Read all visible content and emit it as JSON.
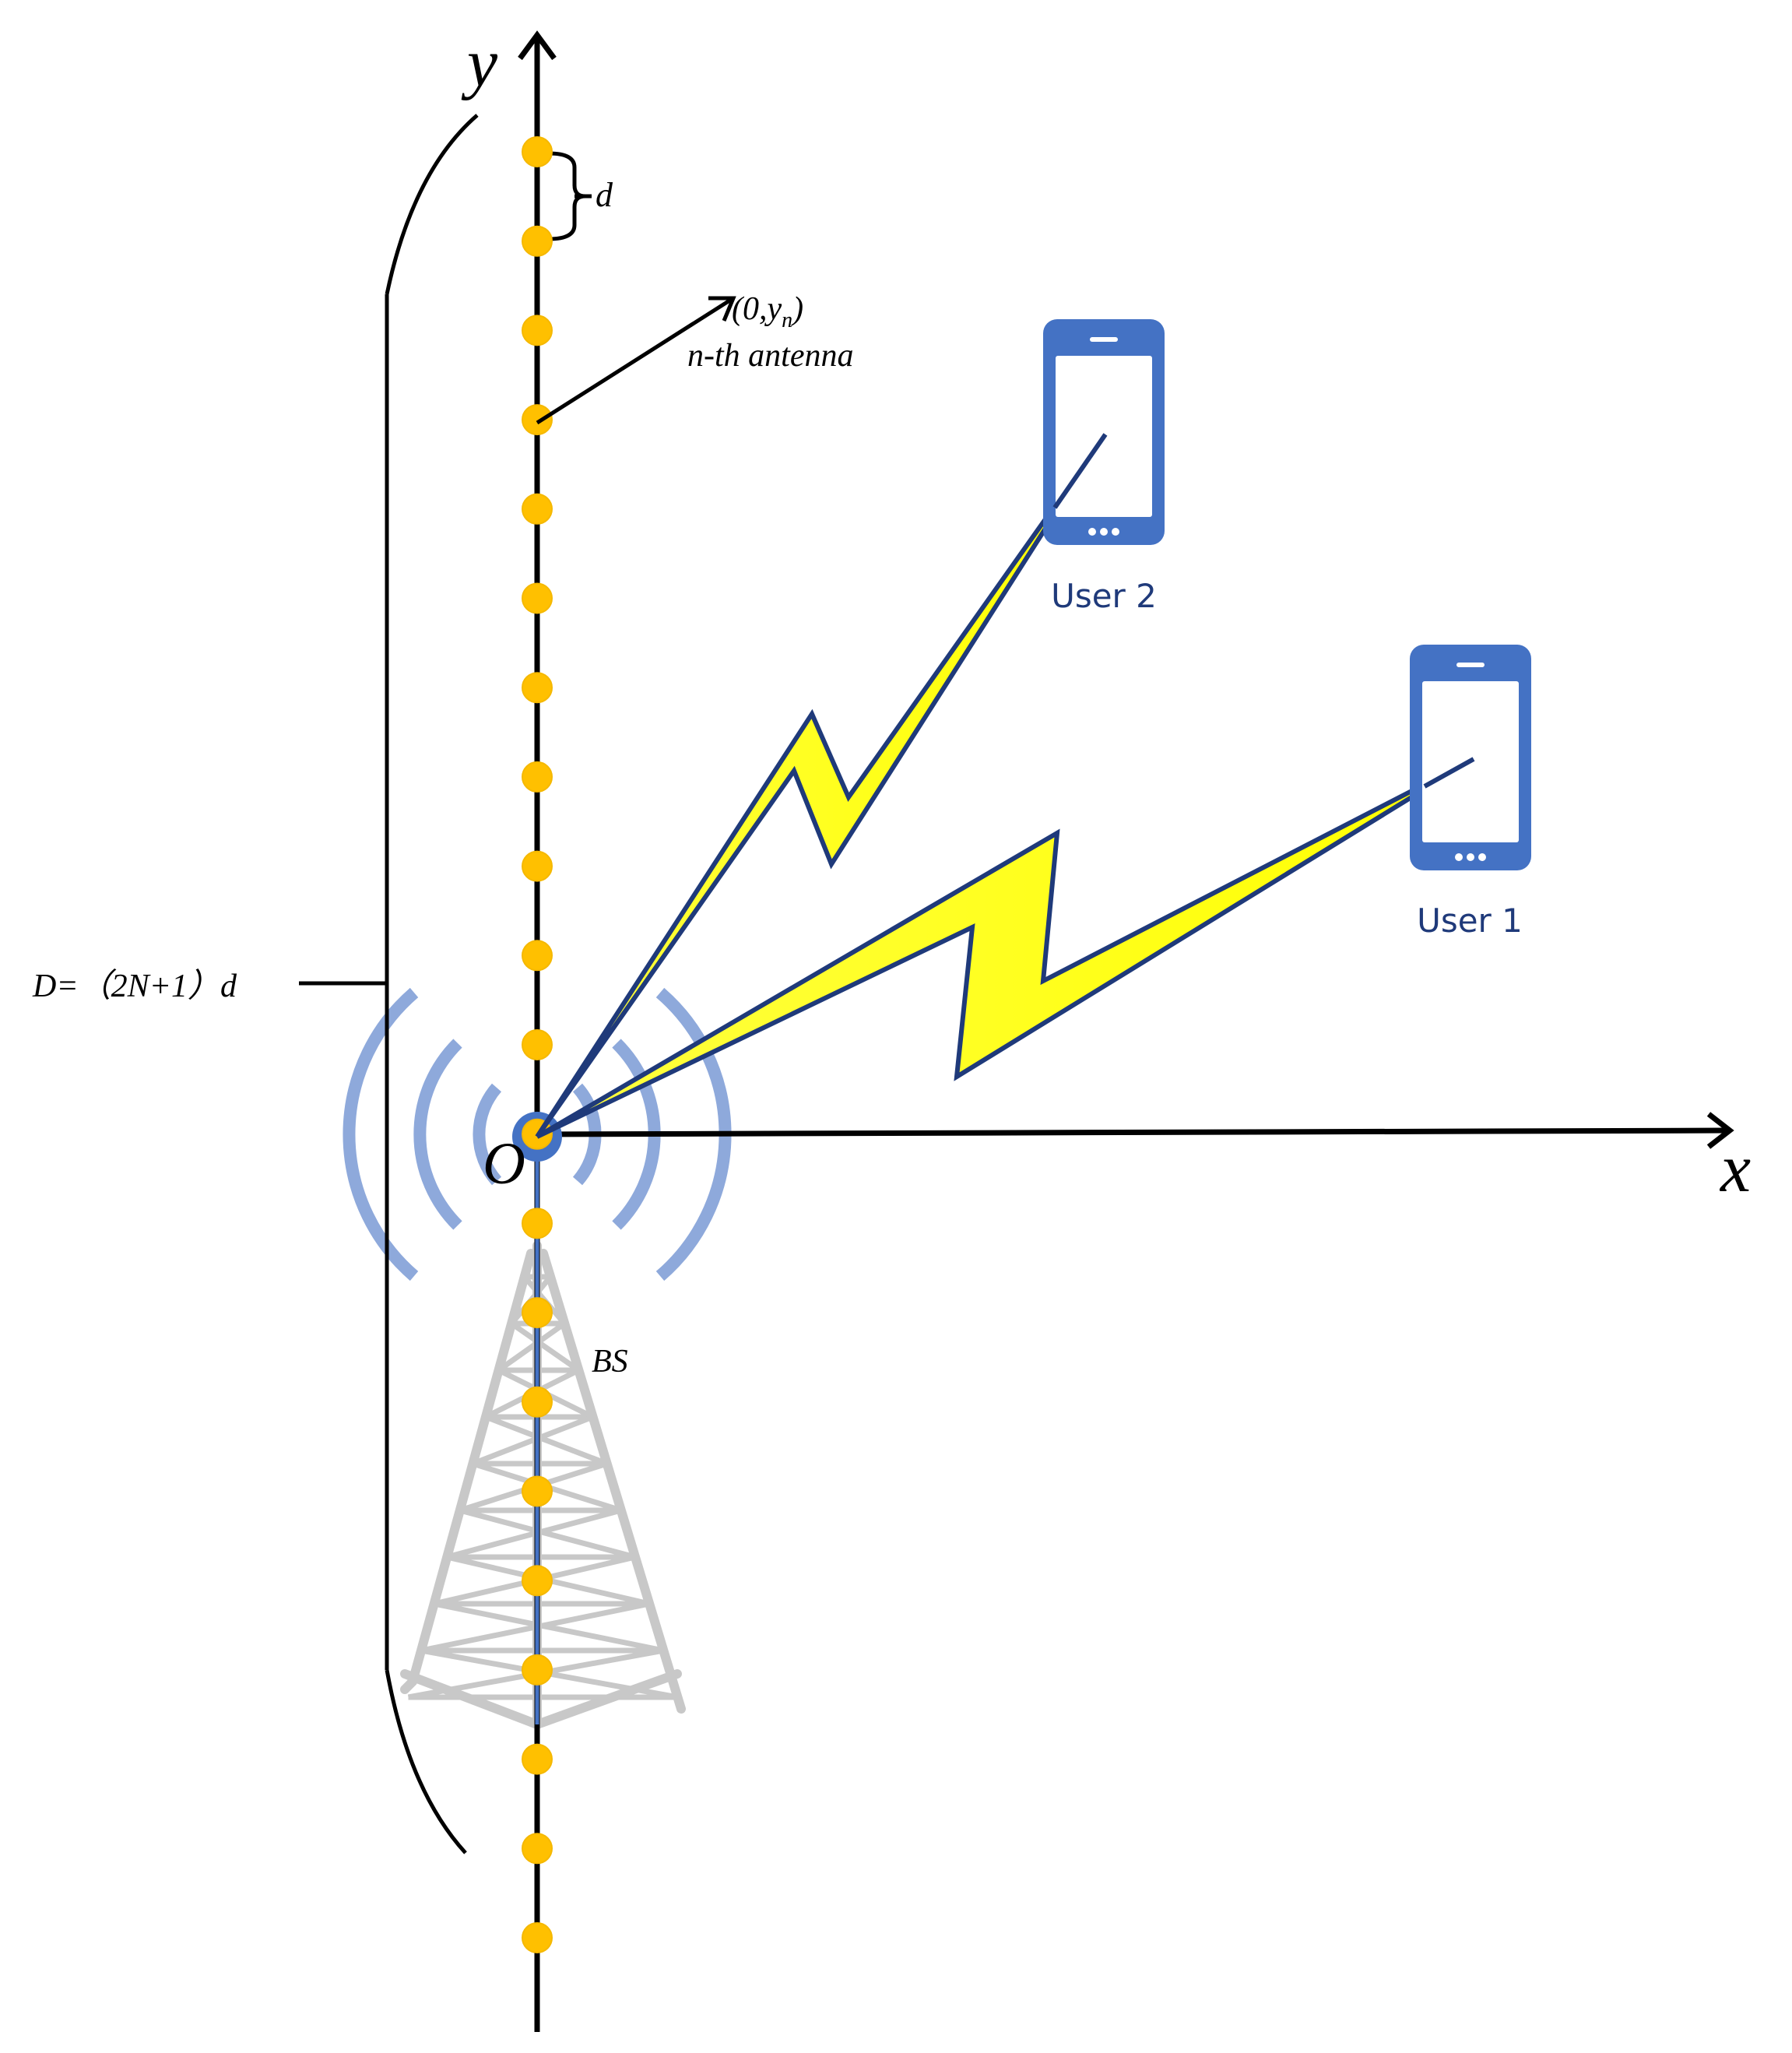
{
  "axes": {
    "y_label": "y",
    "x_label": "x",
    "origin_label": "O"
  },
  "labels": {
    "spacing": "d",
    "coord_prefix": "(0,y",
    "coord_sub": "n",
    "coord_suffix": ")",
    "nth_antenna": "n-th antenna",
    "aperture": "D=（2N+1）d",
    "bs": "BS"
  },
  "users": [
    {
      "name": "User 2"
    },
    {
      "name": "User 1"
    }
  ],
  "colors": {
    "axis": "#000000",
    "antenna": "#FFC000",
    "phone": "#4472C4",
    "bolt_fill": "#FFFF00",
    "bolt_stroke": "#1F3A7A",
    "signal_waves": "#8EA9DB",
    "tower": "#C8C8C8"
  },
  "icons": [
    "smartphone-icon",
    "lightning-bolt-icon",
    "radio-tower-icon",
    "signal-waves-icon"
  ]
}
